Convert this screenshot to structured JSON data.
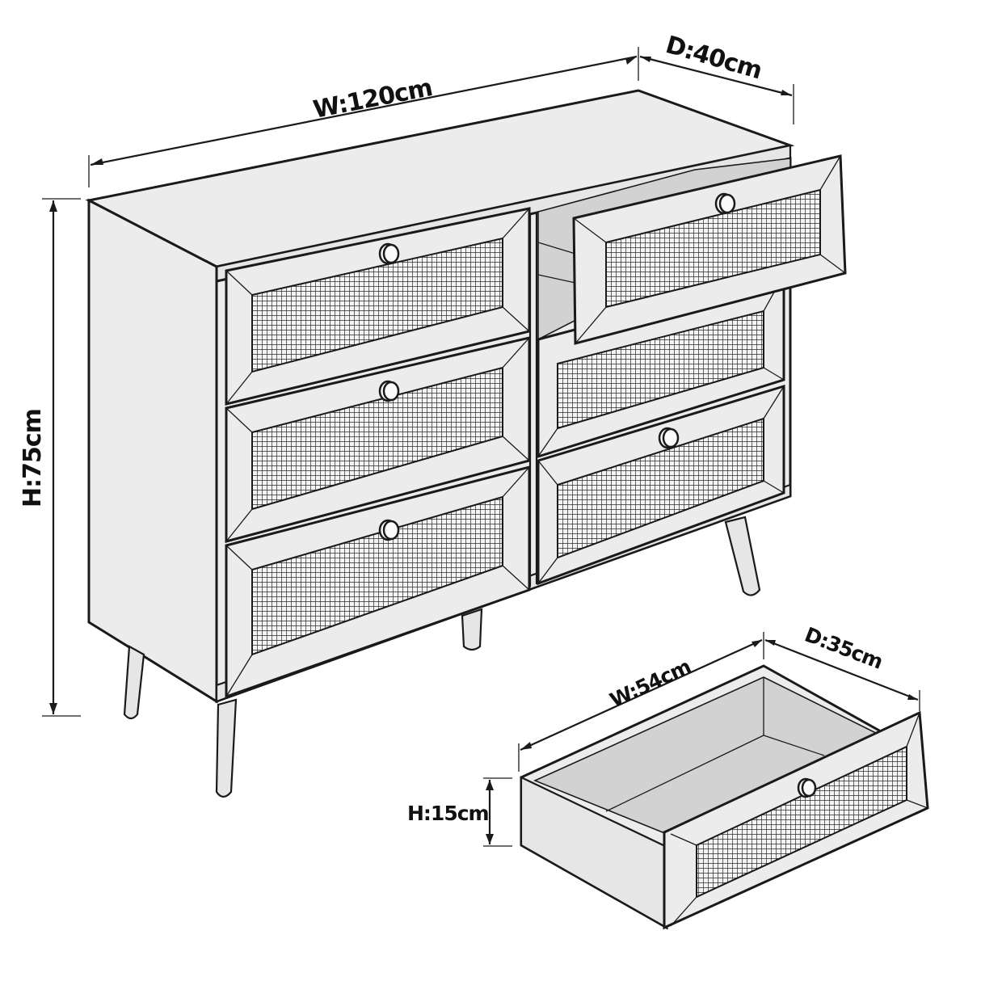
{
  "diagram": {
    "subject": "6-drawer rattan dresser with dimensions",
    "dresser": {
      "width_label": "W:120cm",
      "depth_label": "D:40cm",
      "height_label": "H:75cm",
      "drawer_count": 6,
      "drawer_front_material": "rattan-mesh",
      "legs": 4
    },
    "drawer_detail": {
      "width_label": "W:54cm",
      "depth_label": "D:35cm",
      "height_label": "H:15cm"
    },
    "colors": {
      "line": "#1a1a1a",
      "panel": "#ececec",
      "interior": "#d2d2d2",
      "background": "#ffffff"
    }
  }
}
